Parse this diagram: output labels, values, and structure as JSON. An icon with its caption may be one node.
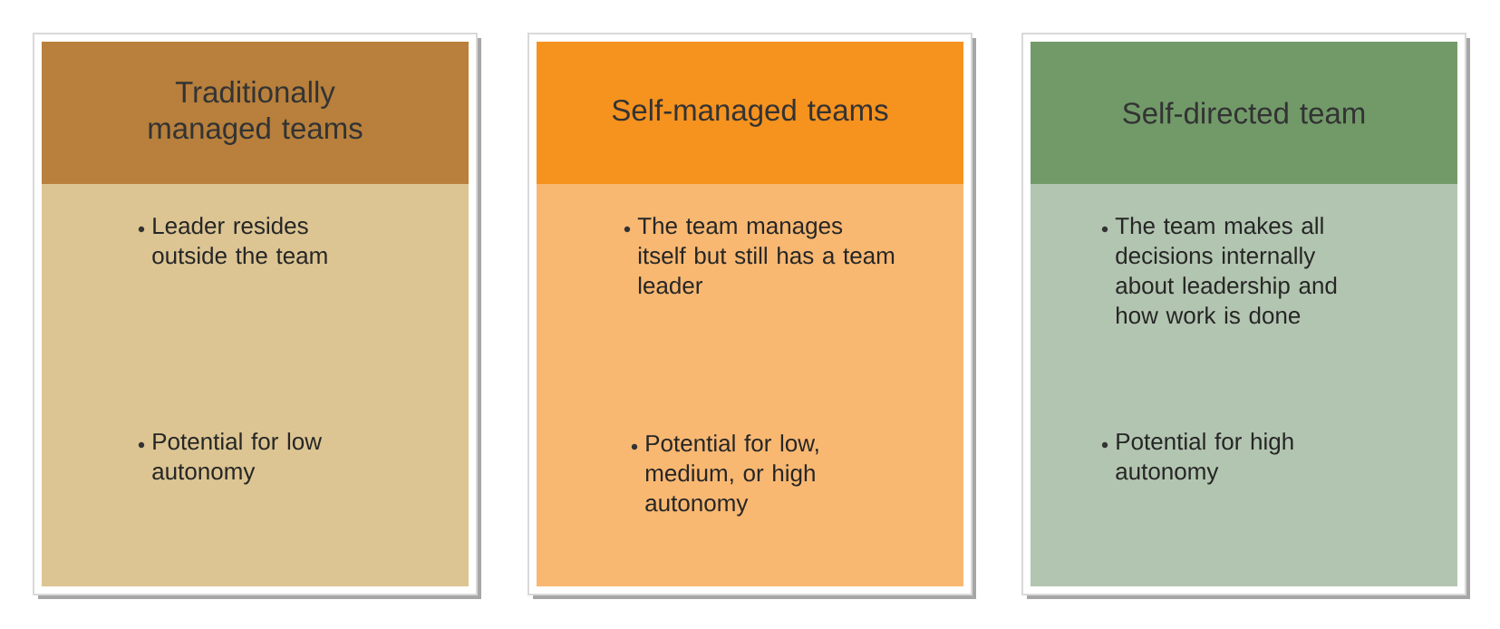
{
  "diagram": {
    "nodes": [
      {
        "text": [
          "Traditionally managed teams",
          "Leader resides outside the team",
          "Potential for low autonomy"
        ]
      },
      {
        "text": [
          "Self-managed teams",
          "The team manages itself but still has a team leader",
          "Potential for low, medium, or high autonomy"
        ]
      },
      {
        "text": [
          "Self-directed team",
          "The team makes all decisions internally about leadership and how work is done",
          "Potential for high autonomy"
        ]
      }
    ]
  }
}
